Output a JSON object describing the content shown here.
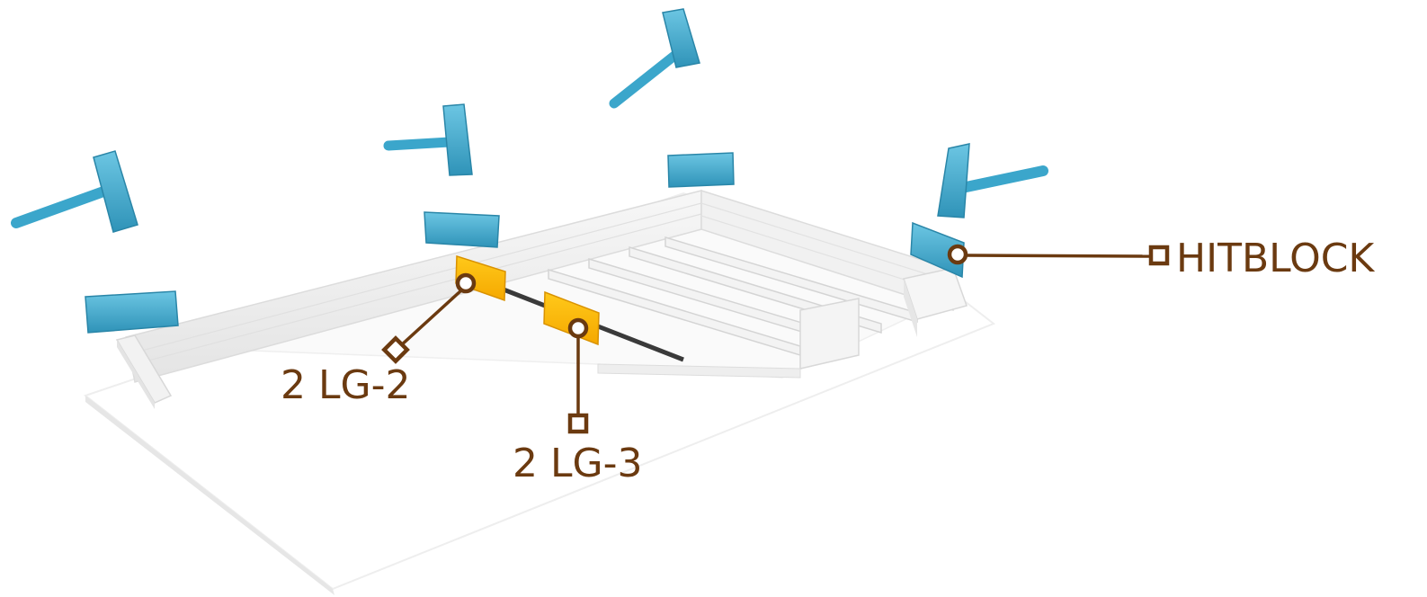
{
  "callouts": {
    "lg2": "2 LG-2",
    "lg3": "2 LG-3",
    "hitblock": "HITBLOCK"
  },
  "colors": {
    "hammer_blue": "#45aed1",
    "gate_yellow": "#fdb900",
    "callout_brown": "#6b3a10",
    "base_white": "#ffffff",
    "wall_shade": "#e9e9e9"
  },
  "icons": {
    "hammer": "hammer-icon",
    "hitblock": "hitblock-icon",
    "gate": "gate-icon"
  }
}
